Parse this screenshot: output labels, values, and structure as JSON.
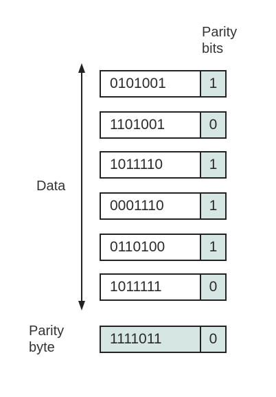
{
  "labels": {
    "parity_bits_line1": "Parity",
    "parity_bits_line2": "bits",
    "data": "Data",
    "parity_byte_line1": "Parity",
    "parity_byte_line2": "byte"
  },
  "data_rows": [
    {
      "bits": "0101001",
      "parity": "1"
    },
    {
      "bits": "1101001",
      "parity": "0"
    },
    {
      "bits": "1011110",
      "parity": "1"
    },
    {
      "bits": "0001110",
      "parity": "1"
    },
    {
      "bits": "0110100",
      "parity": "1"
    },
    {
      "bits": "1011111",
      "parity": "0"
    }
  ],
  "parity_byte": {
    "bits": "1111011",
    "parity": "0"
  },
  "colors": {
    "parity_fill": "#d6e6e2",
    "border": "#222222"
  }
}
